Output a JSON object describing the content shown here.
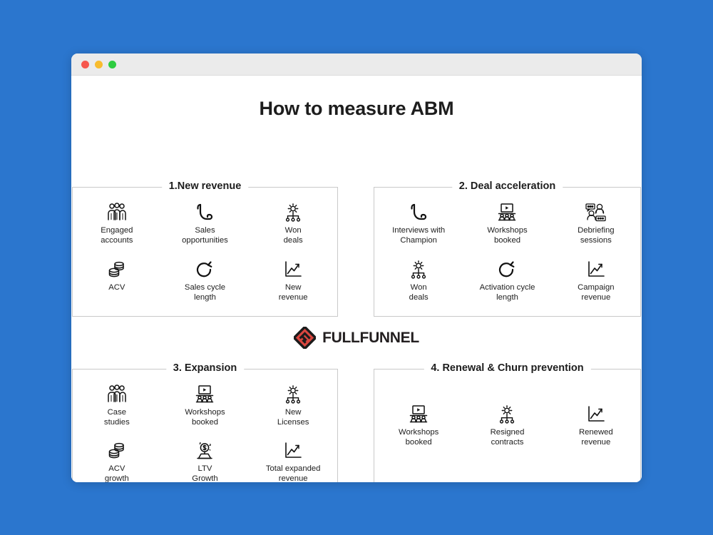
{
  "window": {
    "traffic_lights": [
      "close",
      "minimize",
      "zoom"
    ]
  },
  "page_title": "How to measure ABM",
  "brand": {
    "name": "FULLFUNNEL",
    "mark_colors": {
      "diamond": "#1b1b1b",
      "inner": "#d9463f"
    }
  },
  "panels": [
    {
      "id": "panel-1",
      "title": "1.New revenue",
      "items": [
        {
          "icon": "people-group-icon",
          "label": "Engaged\naccounts"
        },
        {
          "icon": "phone-call-icon",
          "label": "Sales\nopportunities"
        },
        {
          "icon": "gear-hierarchy-icon",
          "label": "Won\ndeals"
        },
        {
          "icon": "coins-stack-icon",
          "label": "ACV"
        },
        {
          "icon": "cycle-arrow-icon",
          "label": "Sales cycle\nlength"
        },
        {
          "icon": "line-chart-icon",
          "label": "New\nrevenue"
        }
      ]
    },
    {
      "id": "panel-2",
      "title": "2. Deal acceleration",
      "items": [
        {
          "icon": "phone-call-icon",
          "label": "Interviews with\nChampion"
        },
        {
          "icon": "presentation-icon",
          "label": "Workshops\nbooked"
        },
        {
          "icon": "people-discussion-icon",
          "label": "Debriefing\nsessions"
        },
        {
          "icon": "gear-hierarchy-icon",
          "label": "Won\ndeals"
        },
        {
          "icon": "cycle-arrow-icon",
          "label": "Activation cycle\nlength"
        },
        {
          "icon": "line-chart-icon",
          "label": "Campaign\nrevenue"
        }
      ]
    },
    {
      "id": "panel-3",
      "title": "3. Expansion",
      "items": [
        {
          "icon": "people-group-icon",
          "label": "Case\nstudies"
        },
        {
          "icon": "presentation-icon",
          "label": "Workshops\nbooked"
        },
        {
          "icon": "gear-hierarchy-icon",
          "label": "New\nLicenses"
        },
        {
          "icon": "coins-stack-icon",
          "label": "ACV\ngrowth"
        },
        {
          "icon": "dollar-growth-icon",
          "label": "LTV\nGrowth"
        },
        {
          "icon": "line-chart-icon",
          "label": "Total expanded\nrevenue"
        }
      ]
    },
    {
      "id": "panel-4",
      "title": "4. Renewal & Churn prevention",
      "items": [
        {
          "icon": "presentation-icon",
          "label": "Workshops\nbooked"
        },
        {
          "icon": "gear-hierarchy-icon",
          "label": "Resigned\ncontracts"
        },
        {
          "icon": "line-chart-icon",
          "label": "Renewed\nrevenue"
        }
      ]
    }
  ],
  "colors": {
    "desktop_background": "#2b76ce",
    "window_background": "#ffffff",
    "titlebar": "#ebebeb",
    "panel_border": "#c9c9c9",
    "text": "#1d1d1d"
  }
}
